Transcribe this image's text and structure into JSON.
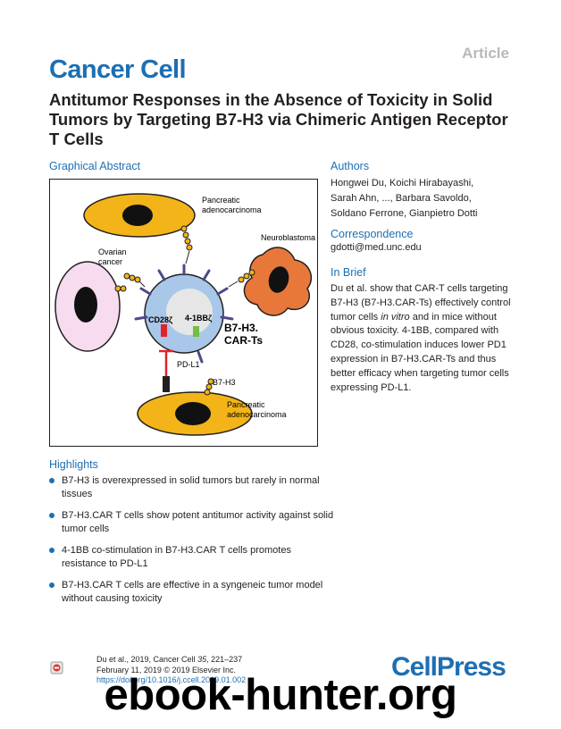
{
  "header": {
    "article_label": "Article",
    "journal": "Cancer Cell",
    "title": "Antitumor Responses in the Absence of Toxicity in Solid Tumors by Targeting B7-H3 via Chimeric Antigen Receptor T Cells"
  },
  "graphical_abstract": {
    "heading": "Graphical Abstract",
    "labels": {
      "pancreatic_top_1": "Pancreatic",
      "pancreatic_top_2": "adenocarcinoma",
      "neuroblastoma": "Neuroblastoma",
      "ovarian_1": "Ovarian",
      "ovarian_2": "cancer",
      "cd28": "CD28ζ",
      "bb": "4-1BBζ",
      "cart_1": "B7-H3.",
      "cart_2": "CAR-Ts",
      "pdl1": "PD-L1",
      "b7h3": "B7-H3",
      "pancreatic_bottom_1": "Pancreatic",
      "pancreatic_bottom_2": "adenocarcinoma"
    },
    "colors": {
      "tumor_yellow": "#f2b418",
      "tcell_blue": "#a9c7e8",
      "neuroblastoma_orange": "#e8783a",
      "ovarian_pink": "#f7dcf0",
      "cd28_red": "#e0242a",
      "bb_green": "#72bf44"
    }
  },
  "authors": {
    "heading": "Authors",
    "line1": "Hongwei Du, Koichi Hirabayashi,",
    "line2": "Sarah Ahn, ..., Barbara Savoldo,",
    "line3": "Soldano Ferrone, Gianpietro Dotti"
  },
  "correspondence": {
    "heading": "Correspondence",
    "email": "gdotti@med.unc.edu"
  },
  "in_brief": {
    "heading": "In Brief",
    "before_italic": "Du et al. show that CAR-T cells targeting B7-H3 (B7-H3.CAR-Ts) effectively control tumor cells ",
    "italic": "in vitro",
    "after_italic": " and in mice without obvious toxicity. 4-1BB, compared with CD28, co-stimulation induces lower PD1 expression in B7-H3.CAR-Ts and thus better efficacy when targeting tumor cells expressing PD-L1."
  },
  "highlights": {
    "heading": "Highlights",
    "items": [
      "B7-H3 is overexpressed in solid tumors but rarely in normal tissues",
      "B7-H3.CAR T cells show potent antitumor activity against solid tumor cells",
      "4-1BB co-stimulation in B7-H3.CAR T cells promotes resistance to PD-L1",
      "B7-H3.CAR T cells are effective in a syngeneic tumor model without causing toxicity"
    ]
  },
  "citation": {
    "line1": "Du et al., 2019, Cancer Cell ",
    "volume": "35",
    "line1_end": ", 221–237",
    "line2": "February 11, 2019 © 2019 Elsevier Inc.",
    "doi": "https://doi.org/10.1016/j.ccell.2019.01.002"
  },
  "footer": {
    "publisher_logo": "CellPress",
    "watermark": "ebook-hunter.org"
  }
}
